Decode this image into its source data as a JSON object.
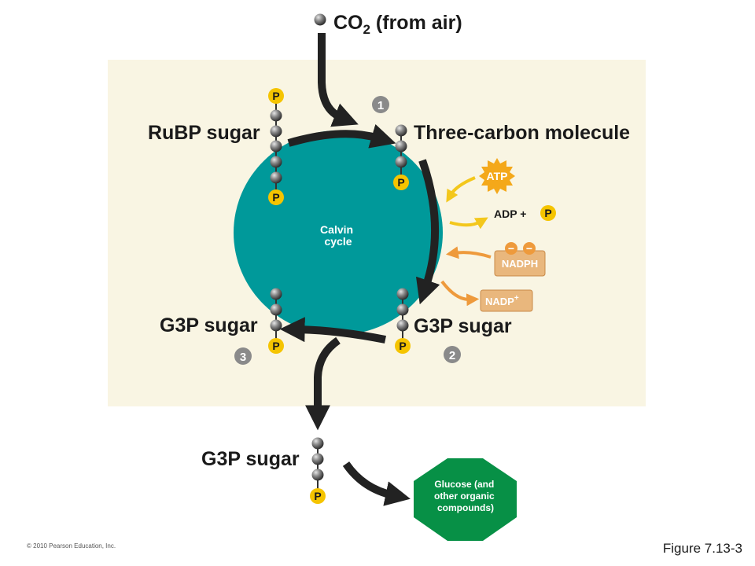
{
  "title": {
    "main": "CO",
    "sub": "2",
    "rest": " (from air)"
  },
  "cycle_label": {
    "line1": "Calvin",
    "line2": "cycle"
  },
  "molecules": {
    "rubp": "RuBP sugar",
    "three_carbon": "Three-carbon molecule",
    "g3p_right": "G3P sugar",
    "g3p_left": "G3P sugar",
    "g3p_bottom": "G3P sugar"
  },
  "phosphate": "P",
  "steps": {
    "one": "1",
    "two": "2",
    "three": "3"
  },
  "cofactors": {
    "atp": "ATP",
    "adp": "ADP +",
    "nadph": "NADPH",
    "nadp": "NADP",
    "nadp_sup": "+",
    "minus": "−"
  },
  "product": {
    "line1": "Glucose (and",
    "line2": "other organic",
    "line3": "compounds)"
  },
  "copyright": "© 2010 Pearson Education, Inc.",
  "figure_number": "Figure 7.13-3",
  "colors": {
    "panel": "#f9f5e3",
    "cycle": "#00999a",
    "phosphate": "#f5c400",
    "arrow": "#222222",
    "atp_arrow": "#f3c71c",
    "nadph_arrow": "#ee9a3c",
    "nadph_box": "#e9b77d",
    "product": "#079046"
  }
}
